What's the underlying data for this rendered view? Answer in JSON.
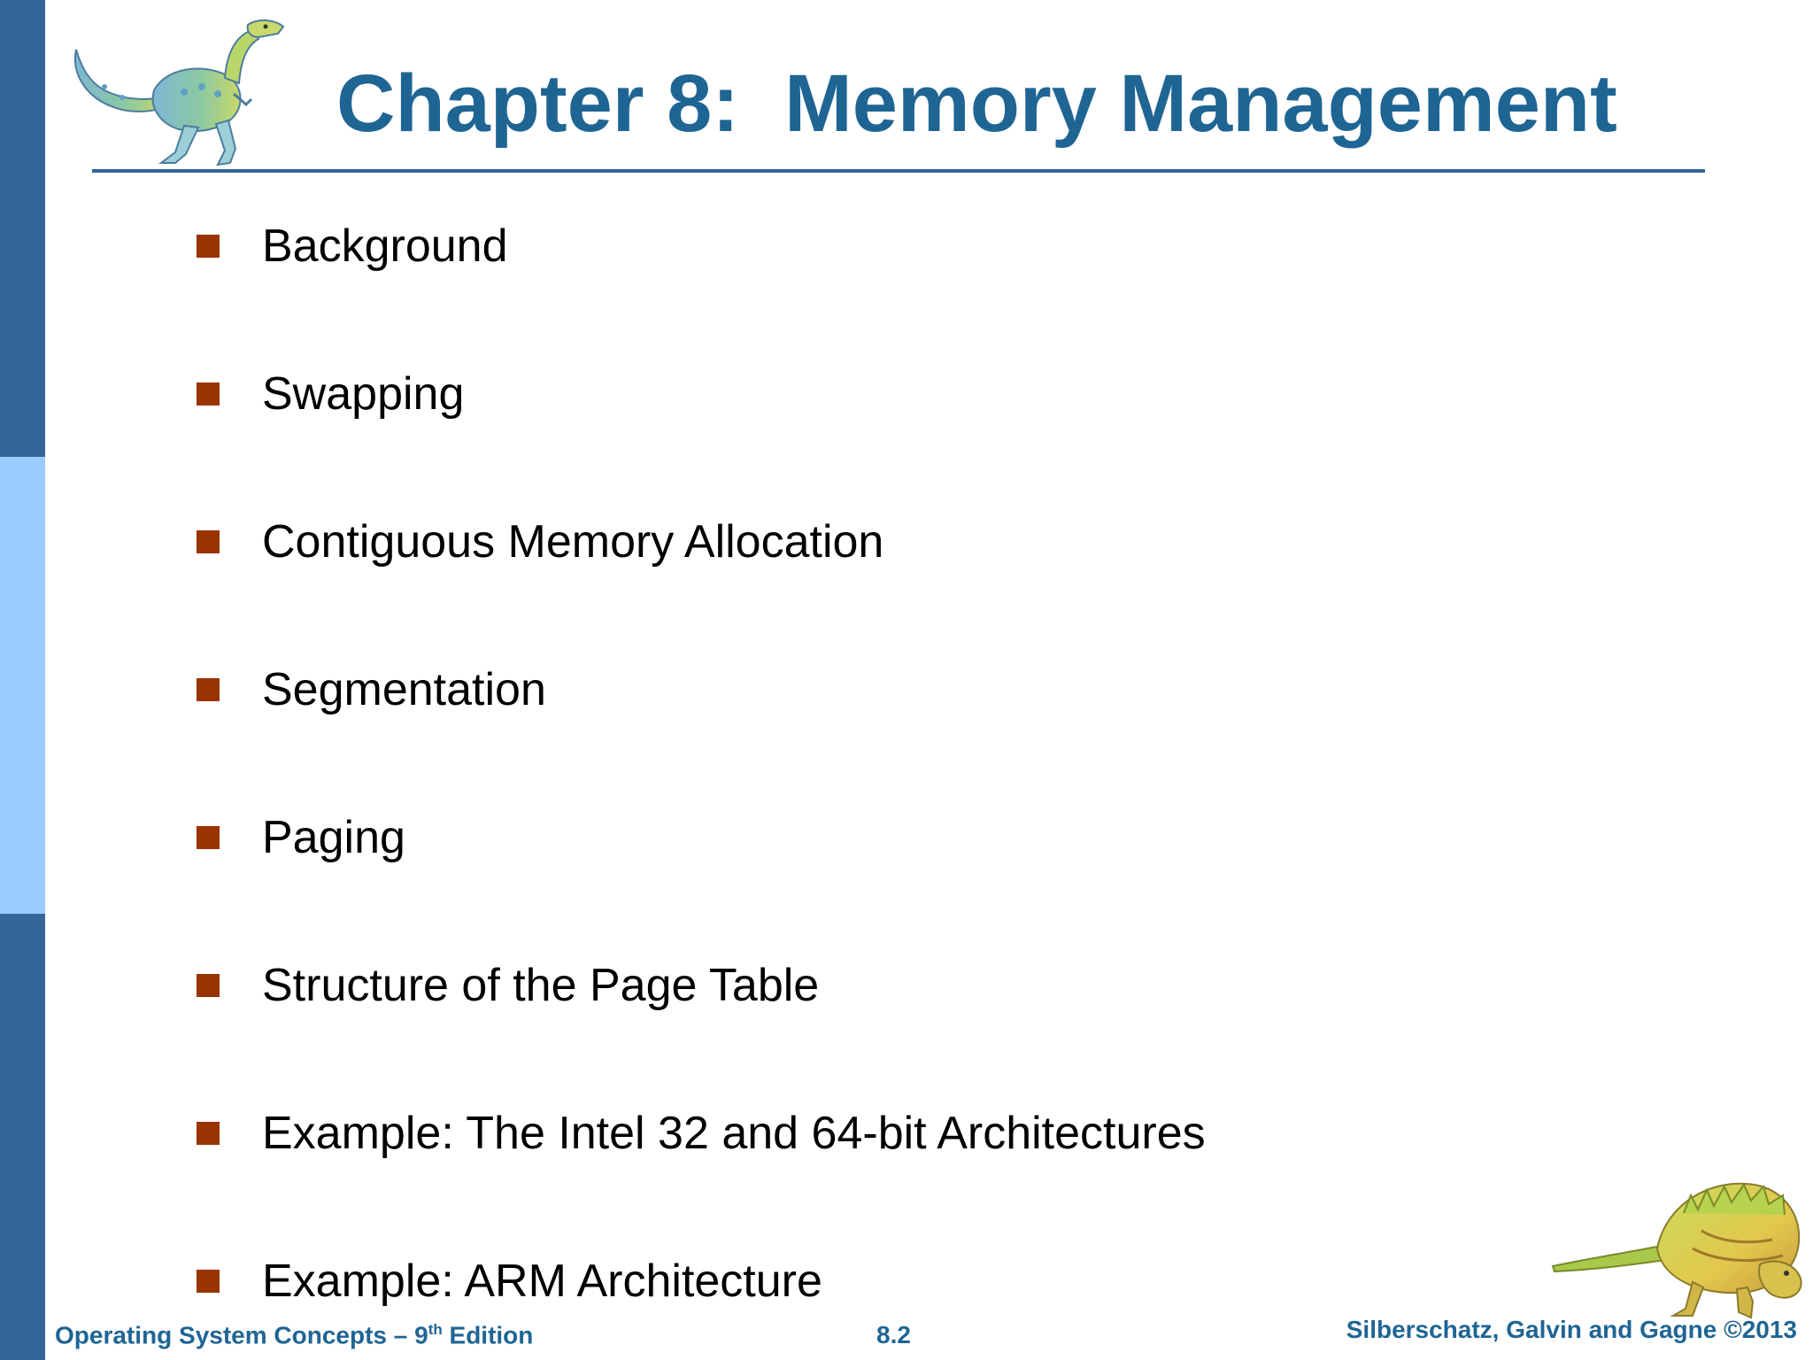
{
  "slide": {
    "title": "Chapter 8:  Memory Management",
    "bullets": [
      "Background",
      "Swapping",
      "Contiguous Memory Allocation",
      "Segmentation",
      "Paging",
      "Structure of the Page Table",
      "Example: The Intel 32 and 64-bit Architectures",
      "Example: ARM Architecture"
    ]
  },
  "footer": {
    "book": "Operating System Concepts – 9",
    "edition_sup": "th",
    "edition_suffix": " Edition",
    "page_number": "8.2",
    "copyright": "Silberschatz, Galvin and Gagne ©2013"
  },
  "icons": {
    "top_left": "dinosaur-icon",
    "bottom_right": "dinosaur-icon"
  },
  "colors": {
    "sidebar_dark": "#336699",
    "sidebar_light": "#99ccff",
    "title": "#1f6594",
    "bullet": "#993300",
    "text": "#000000"
  }
}
